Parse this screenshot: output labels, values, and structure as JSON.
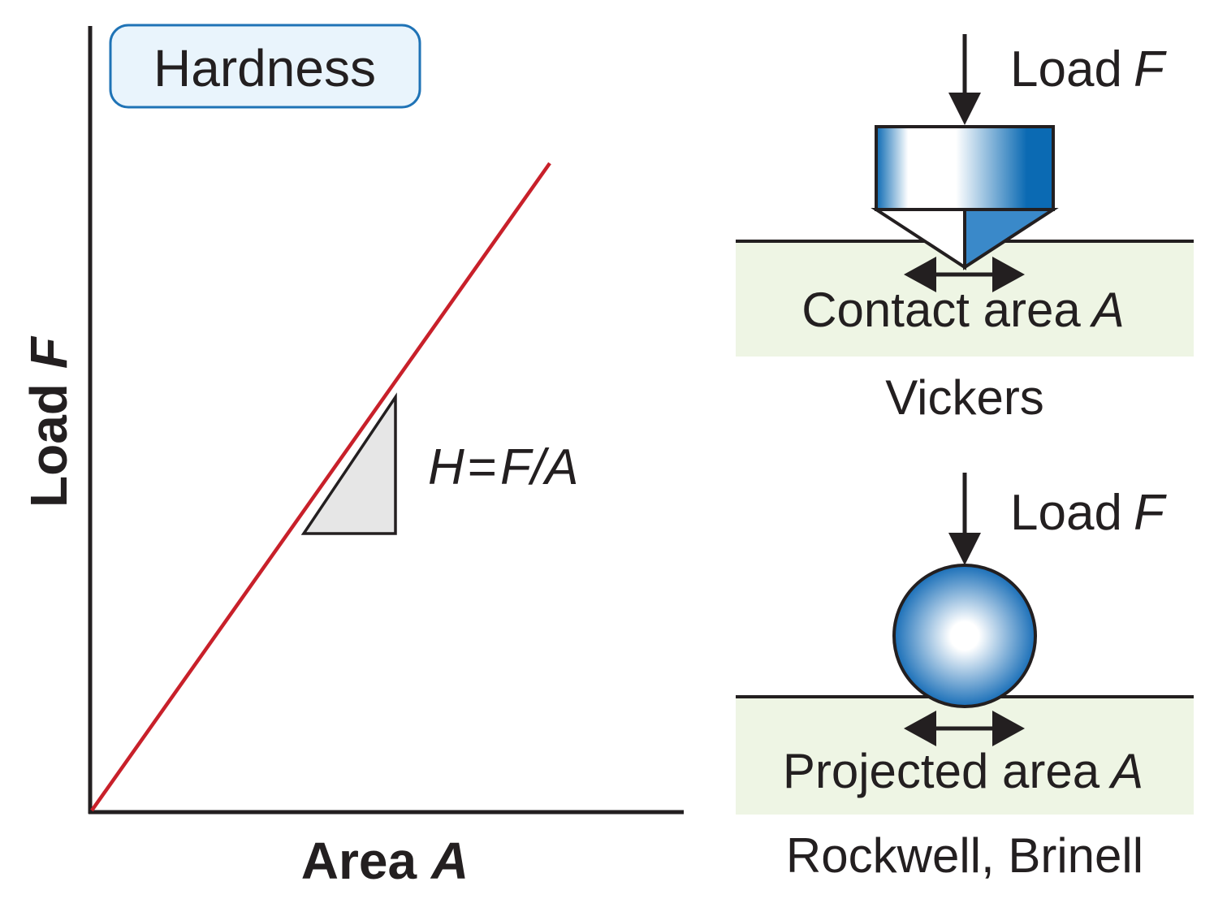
{
  "title": "Hardness",
  "graph": {
    "y_label_word": "Load",
    "y_label_symbol": "F",
    "x_label_word": "Area",
    "x_label_symbol": "A",
    "formula": {
      "lhs": "H",
      "eq": "=",
      "num": "F",
      "slash": "/",
      "den": "A"
    }
  },
  "vickers": {
    "load_word": "Load",
    "load_symbol": "F",
    "area_text": "Contact area",
    "area_symbol": "A",
    "caption": "Vickers"
  },
  "rockwell": {
    "load_word": "Load",
    "load_symbol": "F",
    "area_text": "Projected area",
    "area_symbol": "A",
    "caption": "Rockwell, Brinell"
  },
  "colors": {
    "line": "#c8202a",
    "axis": "#231f20",
    "indenter_blue": "#0b6ab3",
    "surface_fill": "#eef5e4",
    "title_box_fill": "#e9f4fc",
    "title_box_stroke": "#1f73b6",
    "triangle_fill": "#e6e6e6"
  }
}
